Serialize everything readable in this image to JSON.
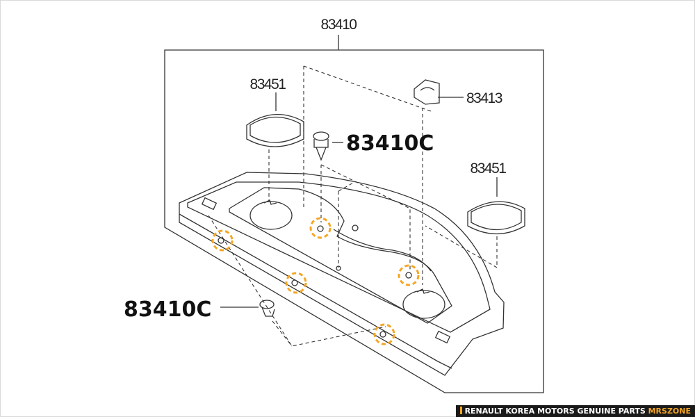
{
  "diagram": {
    "labels": {
      "assembly": "83410",
      "cover_left": "83451",
      "cover_right": "83451",
      "bracket": "83413",
      "clip_top": "83410C",
      "clip_bottom": "83410C"
    },
    "highlight_color": "#f5a623",
    "line_color": "#333333"
  },
  "footer": {
    "text": "RENAULT KOREA MOTORS GENUINE PARTS",
    "brand": "MRSZONE"
  }
}
